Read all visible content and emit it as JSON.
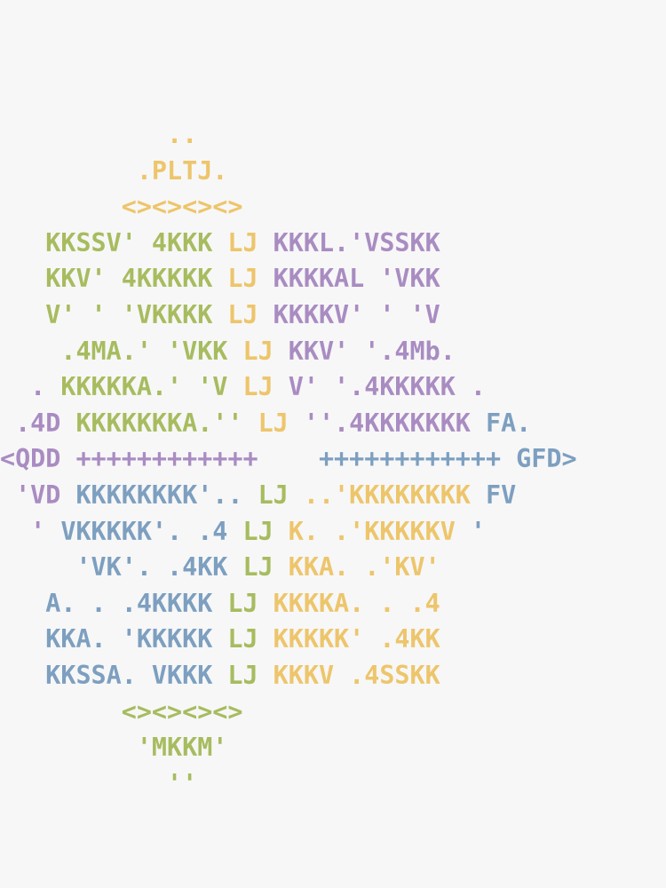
{
  "colors": {
    "purple": "#a98cc2",
    "gold": "#edc56b",
    "green": "#a7bc5f",
    "blue": "#7d9fc0"
  },
  "art": {
    "lines": [
      [
        {
          "t": "          ",
          "c": "gold"
        },
        {
          "t": " ..",
          "c": "gold"
        }
      ],
      [
        {
          "t": "         ",
          "c": "gold"
        },
        {
          "t": ".PLTJ.",
          "c": "gold"
        }
      ],
      [
        {
          "t": "        ",
          "c": "gold"
        },
        {
          "t": "<><><><>",
          "c": "gold"
        }
      ],
      [
        {
          "t": "   ",
          "c": "green"
        },
        {
          "t": "KKSSV' 4KKK ",
          "c": "green"
        },
        {
          "t": "LJ",
          "c": "gold"
        },
        {
          "t": " KKKL.'VSSKK",
          "c": "purple"
        }
      ],
      [
        {
          "t": "   ",
          "c": "green"
        },
        {
          "t": "KKV' 4KKKKK ",
          "c": "green"
        },
        {
          "t": "LJ",
          "c": "gold"
        },
        {
          "t": " KKKKAL 'VKK",
          "c": "purple"
        }
      ],
      [
        {
          "t": "   ",
          "c": "green"
        },
        {
          "t": "V' ' 'VKKKK ",
          "c": "green"
        },
        {
          "t": "LJ",
          "c": "gold"
        },
        {
          "t": " KKKKV' ' 'V",
          "c": "purple"
        }
      ],
      [
        {
          "t": "   ",
          "c": "green"
        },
        {
          "t": " .4MA.' 'VKK ",
          "c": "green"
        },
        {
          "t": "LJ",
          "c": "gold"
        },
        {
          "t": " KKV' '.4Mb.",
          "c": "purple"
        }
      ],
      [
        {
          "t": "  . ",
          "c": "purple"
        },
        {
          "t": "KKKKKA.' 'V ",
          "c": "green"
        },
        {
          "t": "LJ",
          "c": "gold"
        },
        {
          "t": " V' '.4KKKKK",
          "c": "purple"
        },
        {
          "t": " .",
          "c": "purple"
        }
      ],
      [
        {
          "t": " .4D ",
          "c": "purple"
        },
        {
          "t": "KKKKKKKA.'' ",
          "c": "green"
        },
        {
          "t": "LJ",
          "c": "gold"
        },
        {
          "t": " ''.4KKKKKKK",
          "c": "purple"
        },
        {
          "t": " FA.",
          "c": "blue"
        }
      ],
      [
        {
          "t": "<QDD ",
          "c": "purple"
        },
        {
          "t": "++++++++++++",
          "c": "purple"
        },
        {
          "t": "    ",
          "c": "purple"
        },
        {
          "t": "++++++++++++",
          "c": "blue"
        },
        {
          "t": " GFD>",
          "c": "blue"
        }
      ],
      [
        {
          "t": " 'VD ",
          "c": "purple"
        },
        {
          "t": "KKKKKKKK'.. ",
          "c": "blue"
        },
        {
          "t": "LJ",
          "c": "green"
        },
        {
          "t": " ..'",
          "c": "gold"
        },
        {
          "t": "KKKKKKKK",
          "c": "gold"
        },
        {
          "t": " FV",
          "c": "blue"
        }
      ],
      [
        {
          "t": "  ' ",
          "c": "purple"
        },
        {
          "t": "VKKKKK'. .4 ",
          "c": "blue"
        },
        {
          "t": "LJ",
          "c": "green"
        },
        {
          "t": " K. .'KKKKKV",
          "c": "gold"
        },
        {
          "t": " '",
          "c": "blue"
        }
      ],
      [
        {
          "t": "     ",
          "c": "blue"
        },
        {
          "t": "'VK'. .4KK ",
          "c": "blue"
        },
        {
          "t": "LJ",
          "c": "green"
        },
        {
          "t": " KKA. .'KV'",
          "c": "gold"
        }
      ],
      [
        {
          "t": "   ",
          "c": "blue"
        },
        {
          "t": "A. . .4KKKK ",
          "c": "blue"
        },
        {
          "t": "LJ",
          "c": "green"
        },
        {
          "t": " KKKKA. . .4",
          "c": "gold"
        }
      ],
      [
        {
          "t": "   ",
          "c": "blue"
        },
        {
          "t": "KKA. 'KKKKK ",
          "c": "blue"
        },
        {
          "t": "LJ",
          "c": "green"
        },
        {
          "t": " KKKKK' .4KK",
          "c": "gold"
        }
      ],
      [
        {
          "t": "   ",
          "c": "blue"
        },
        {
          "t": "KKSSA. VKKK ",
          "c": "blue"
        },
        {
          "t": "LJ",
          "c": "green"
        },
        {
          "t": " KKKV .4SSKK",
          "c": "gold"
        }
      ],
      [
        {
          "t": "        ",
          "c": "green"
        },
        {
          "t": "<><><><>",
          "c": "green"
        }
      ],
      [
        {
          "t": "         ",
          "c": "green"
        },
        {
          "t": "'MKKM'",
          "c": "green"
        }
      ],
      [
        {
          "t": "          ",
          "c": "green"
        },
        {
          "t": " ''",
          "c": "green"
        }
      ]
    ]
  }
}
